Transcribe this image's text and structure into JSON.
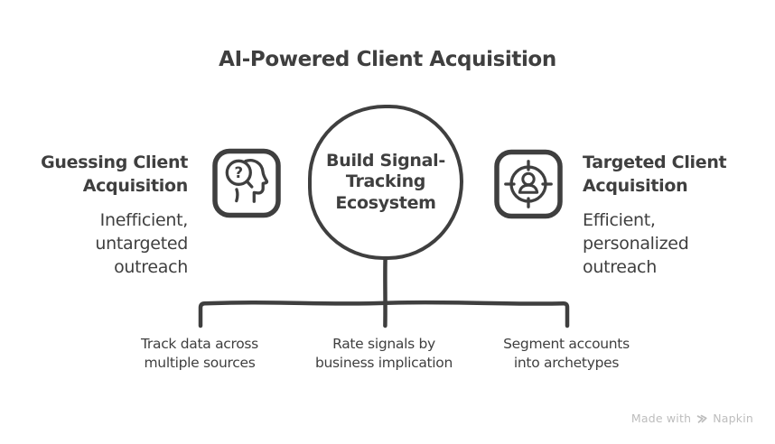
{
  "title": "AI-Powered Client Acquisition",
  "colors": {
    "ink": "#3F3F3F",
    "watermark_gray": "#BDBDBD"
  },
  "center_node": {
    "label": "Build Signal-\nTracking\nEcosystem"
  },
  "left_item": {
    "heading": "Guessing Client\nAcquisition",
    "description": "Inefficient,\nuntargeted\noutreach",
    "icon": "head-question-icon",
    "icon_glyph": "?"
  },
  "right_item": {
    "heading": "Targeted Client\nAcquisition",
    "description": "Efficient,\npersonalized\noutreach",
    "icon": "target-user-icon"
  },
  "branches": [
    "Track data across\nmultiple sources",
    "Rate signals by\nbusiness implication",
    "Segment accounts\ninto archetypes"
  ],
  "watermark": {
    "text": "Made with",
    "brand": "Napkin"
  }
}
